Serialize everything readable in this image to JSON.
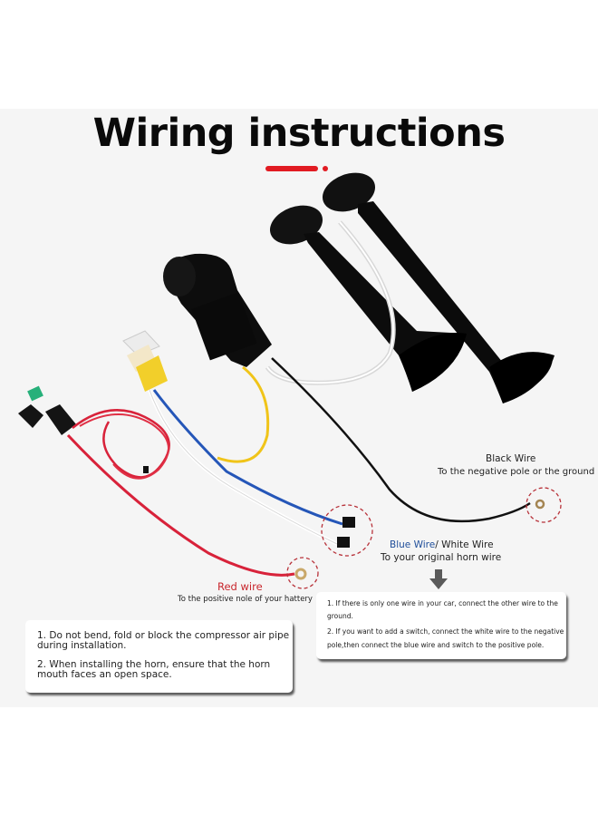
{
  "title": "Wiring instructions",
  "colors": {
    "accent": "#e11b22",
    "panel_background": "#f5f5f5",
    "blue_label": "#1f4e9a",
    "red_label": "#c8262c",
    "callout_circle": "#b8323a"
  },
  "components": {
    "horns": "dual-trumpet-horn",
    "compressor": "air-compressor",
    "relay": "relay",
    "fuse": "inline-fuse-holder",
    "wires": [
      "red",
      "yellow",
      "blue",
      "white",
      "black",
      "clear-air-tube"
    ]
  },
  "labels": {
    "black_wire": {
      "title": "Black Wire",
      "description": "To the negative pole or the ground"
    },
    "blue_white_wire": {
      "title_blue": "Blue Wire",
      "title_rest": "/ White Wire",
      "description": "To your original horn wire"
    },
    "red_wire": {
      "title": "Red wire",
      "description": "To the positive nole of your hattery"
    }
  },
  "notes_right": {
    "line1": "1. If there is only one wire in your car, connect the other wire to the",
    "line1b": "ground.",
    "line2": "2. If you want to add a switch, connect the white wire to the negative",
    "line2b": "pole,then connect the blue wire and switch to the positive pole."
  },
  "notes_left": {
    "line1": "1. Do not bend, fold or block the compressor air pipe",
    "line1b": "during installation.",
    "line2": "2. When installing the horn, ensure that the horn",
    "line2b": "mouth faces an open space."
  }
}
